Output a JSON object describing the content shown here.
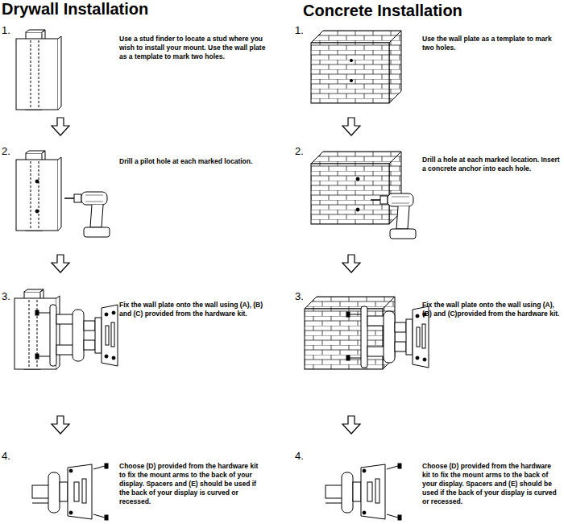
{
  "diagram": {
    "labels": [
      "Drywall Installation",
      "Concrete Installation",
      "1.",
      "Use a stud finder to locate a stud where you wish to install your mount. Use the wall plate as a template to mark two holes.",
      "2.",
      "Drill a pilot hole at each marked location.",
      "3.",
      "Fix the wall plate onto the wall using (A), (B) and (C) provided from the hardware kit.",
      "4.",
      "Choose (D) provided from the hardware kit to fix the mount arms to the back of your display. Spacers and (E) should be used if the back of your display is curved or recessed.",
      "1.",
      "Use the wall plate as a template to mark two holes.",
      "2.",
      "Drill a hole at each marked location. Insert a concrete anchor into each hole.",
      "3.",
      "Fix the wall plate onto the wall using (A), (B) and (C)provided from the hardware kit.",
      "4.",
      "Choose (D) provided from the hardware kit to fix the mount arms to the back of your display. Spacers and (E) should be used if the back of your display is curved or recessed."
    ]
  }
}
